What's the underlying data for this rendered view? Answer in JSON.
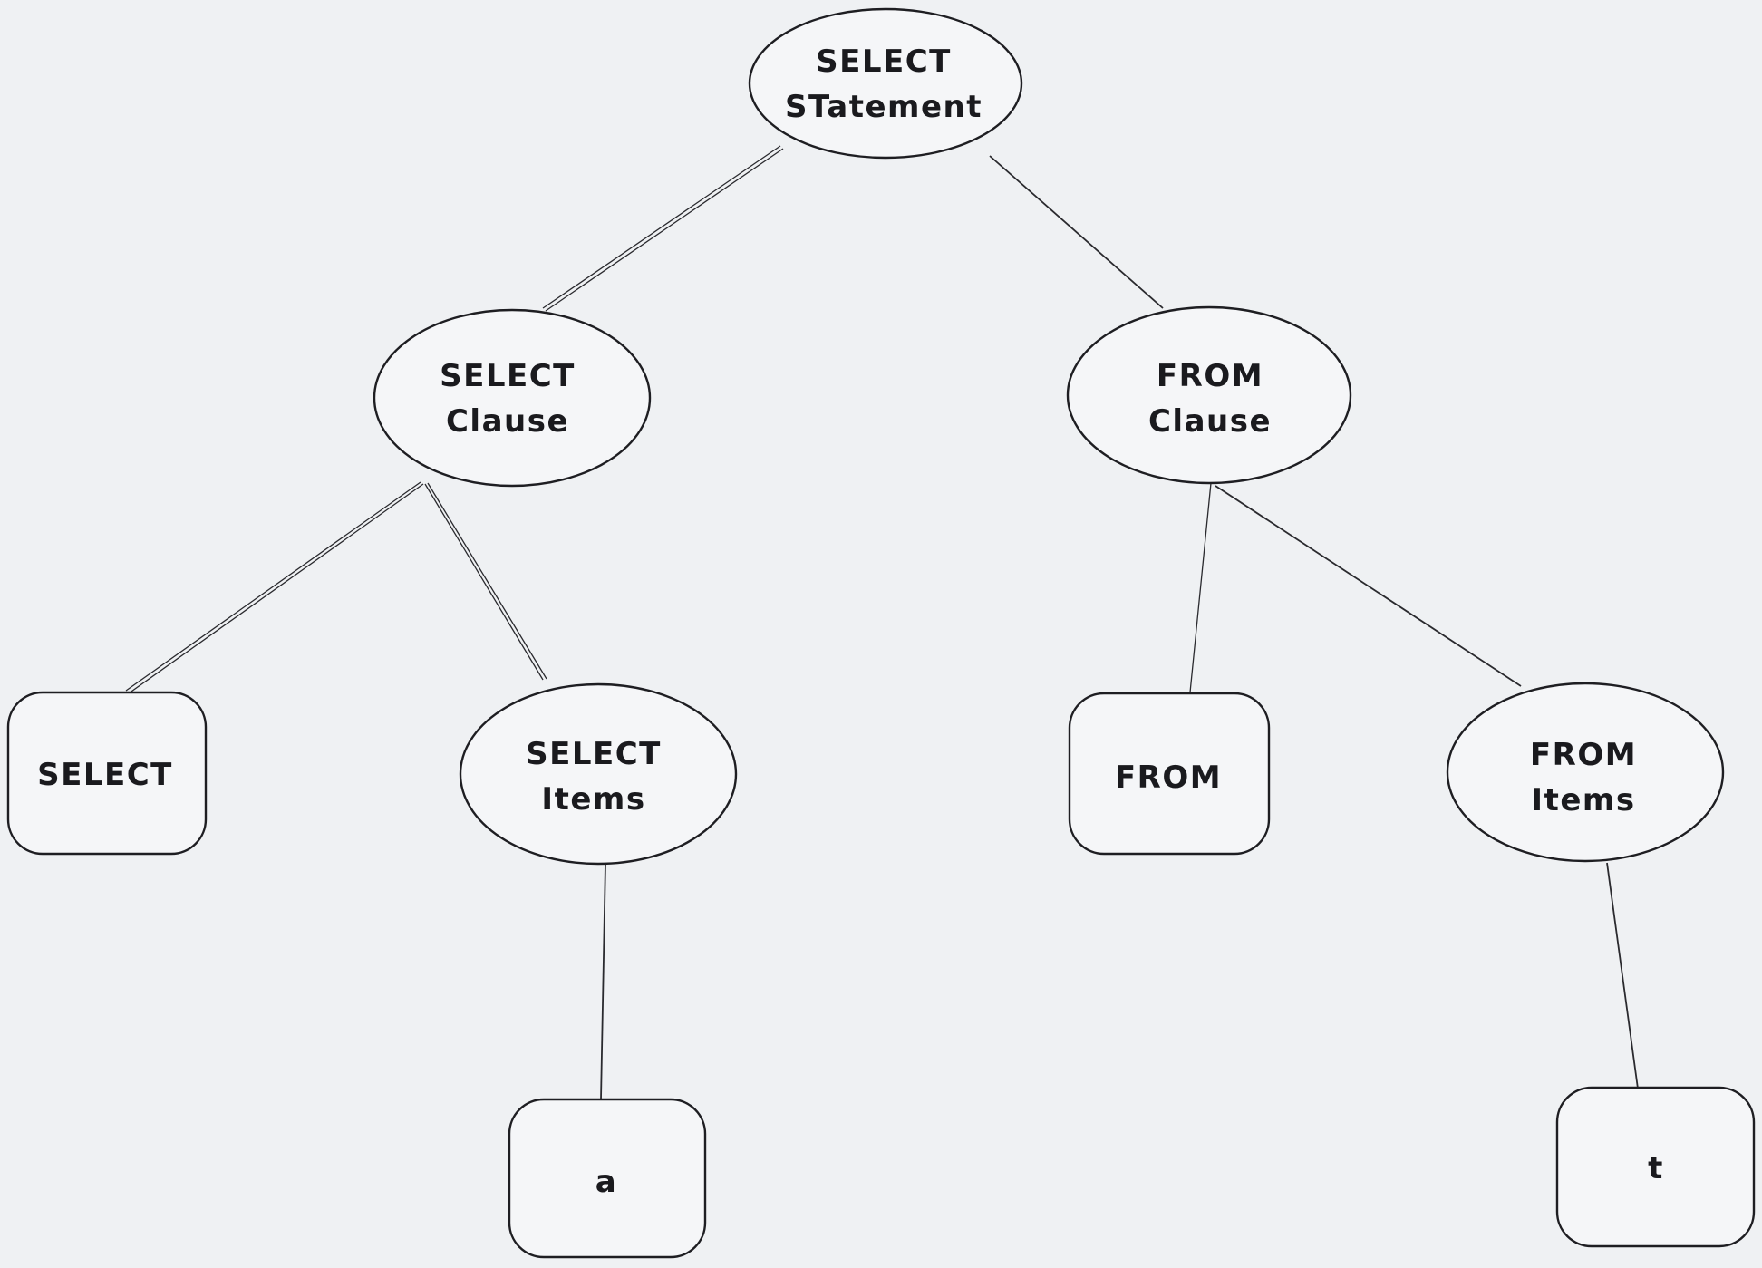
{
  "canvas": {
    "background_color": "#eff1f3",
    "stroke_color": "#1e1e22",
    "text_color": "#1a1a1e",
    "style": "hand-drawn whiteboard sketch"
  },
  "diagram": {
    "kind": "tree",
    "topic": "SQL SELECT statement parse tree",
    "nodes": {
      "select_statement": {
        "shape": "ellipse",
        "lines": [
          "SELECT",
          "STatement"
        ]
      },
      "select_clause": {
        "shape": "ellipse",
        "lines": [
          "SELECT",
          "Clause"
        ]
      },
      "from_clause": {
        "shape": "ellipse",
        "lines": [
          "FROM",
          "Clause"
        ]
      },
      "select_keyword": {
        "shape": "rounded-rect",
        "lines": [
          "SELECT"
        ]
      },
      "select_items": {
        "shape": "ellipse",
        "lines": [
          "SELECT",
          "Items"
        ]
      },
      "from_keyword": {
        "shape": "rounded-rect",
        "lines": [
          "FROM"
        ]
      },
      "from_items": {
        "shape": "ellipse",
        "lines": [
          "FROM",
          "Items"
        ]
      },
      "leaf_a": {
        "shape": "rounded-rect",
        "lines": [
          "a"
        ]
      },
      "leaf_t": {
        "shape": "rounded-rect",
        "lines": [
          "t"
        ]
      }
    },
    "edges": [
      {
        "from": "select_statement",
        "to": "select_clause",
        "stroke": "double"
      },
      {
        "from": "select_statement",
        "to": "from_clause",
        "stroke": "single"
      },
      {
        "from": "select_clause",
        "to": "select_keyword",
        "stroke": "double"
      },
      {
        "from": "select_clause",
        "to": "select_items",
        "stroke": "double"
      },
      {
        "from": "select_items",
        "to": "leaf_a",
        "stroke": "single"
      },
      {
        "from": "from_clause",
        "to": "from_keyword",
        "stroke": "single"
      },
      {
        "from": "from_clause",
        "to": "from_items",
        "stroke": "single"
      },
      {
        "from": "from_items",
        "to": "leaf_t",
        "stroke": "single"
      }
    ]
  }
}
